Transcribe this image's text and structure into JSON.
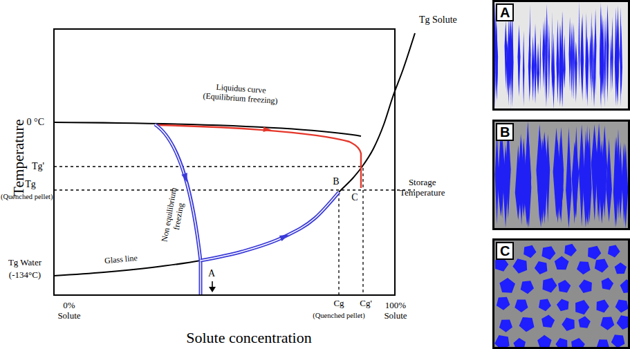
{
  "diagram": {
    "nodes": [
      {
        "text": [
          "A"
        ]
      },
      {
        "text": [
          "B"
        ]
      },
      {
        "text": [
          "C"
        ]
      }
    ],
    "labels": [
      "Tg Solute",
      "Temperature",
      "0 °C",
      "Liquidus curve (Equilibrium freezing)",
      "Tg'",
      "Tg",
      "(Quenched pellet)",
      "Storage Temperature",
      "B",
      "C",
      "Non equilibrium freezing",
      "Glass line",
      "Tg Water",
      "(-134°C)",
      "A",
      "0% Solute",
      "Cg",
      "(Quenched pellet)",
      "Cg'",
      "100% Solute",
      "Solute concentration"
    ]
  }
}
